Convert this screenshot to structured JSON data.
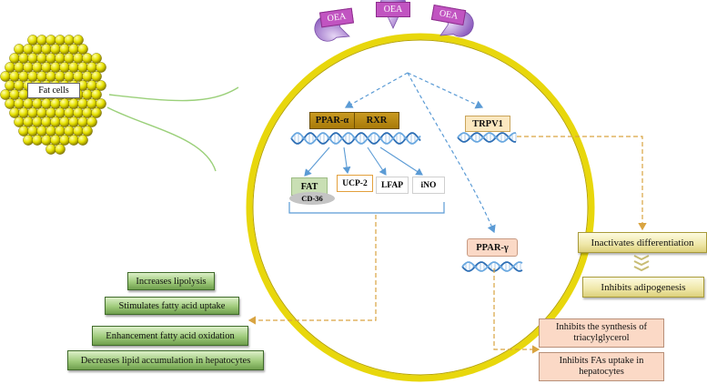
{
  "colors": {
    "cell_membrane": "#e8d70c",
    "fat_cell": "#e6e100",
    "receptor": "#b889dc",
    "oea_tag": "#c154c1",
    "ppar_alpha": "#b88b12",
    "arrow_blue": "#5b9bd5",
    "arrow_orange": "#d9a441",
    "green_step": "#8fbf6a",
    "yellow_box": "#efe7a8",
    "pink_box": "#fbd9c6"
  },
  "ligands": [
    "OEA",
    "OEA",
    "OEA"
  ],
  "fat_cells_label": "Fat cells",
  "receptors": {
    "ppar_alpha": "PPAR-α",
    "rxr": "RXR",
    "trpv1": "TRPV1",
    "ppar_gamma": "PPAR-γ"
  },
  "target_genes": {
    "fat": "FAT",
    "cd36": "CD-36",
    "ucp2": "UCP-2",
    "lfap": "LFAP",
    "ino": "iNO"
  },
  "alpha_effects": [
    "Increases lipolysis",
    "Stimulates fatty acid uptake",
    "Enhancement fatty acid oxidation",
    "Decreases lipid accumulation in hepatocytes"
  ],
  "trpv1_effects": [
    "Inactivates differentiation",
    "Inhibits adipogenesis"
  ],
  "gamma_effects": [
    {
      "line1": "Inhibits the synthesis of",
      "line2": "triacylglycerol"
    },
    {
      "line1": "Inhibits FAs uptake in",
      "line2": "hepatocytes"
    }
  ]
}
